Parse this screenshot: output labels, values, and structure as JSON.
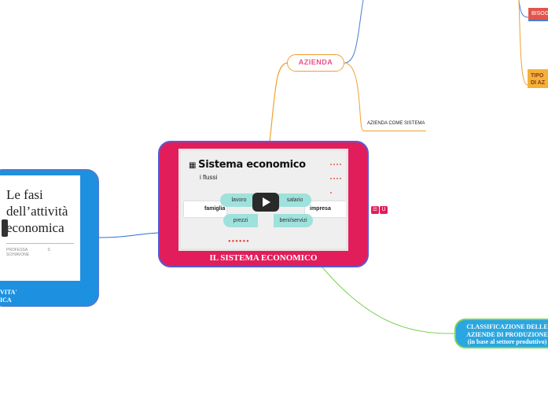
{
  "central": {
    "label": "IL SISTEMA ECONOMICO",
    "video": {
      "title": "Sistema economico",
      "subtitle": "i flussi",
      "left_box": "famiglia",
      "right_box": "impresa",
      "pills": [
        "lavoro",
        "salario",
        "prezzi",
        "beni/servizi"
      ],
      "play_icon": "play-icon"
    }
  },
  "left_node": {
    "slide_title_1": "Le fasi",
    "slide_title_2": "dell’attività",
    "slide_title_3": "economica",
    "slide_footer": "PROFESSA S   SCHIAVONE",
    "label_1": "VITA'",
    "label_2": "ICA"
  },
  "azienda": {
    "label": "AZIENDA"
  },
  "azienda_sistema": {
    "label": "AZIENDA COME SISTEMA"
  },
  "bisogni": {
    "label": "BISOG"
  },
  "tipo": {
    "label_1": "TIPO",
    "label_2": "DI AZ"
  },
  "node_icons": {
    "menu_icon": "list-icon",
    "link_icon": "u-icon",
    "link_text": "U"
  },
  "classificazione": {
    "line1": "CLASSIFICAZIONE DELLE",
    "line2": "AZIENDE DI PRODUZIONE",
    "line3": "(in base al settore produttivo)"
  },
  "colors": {
    "central": "#e11d5c",
    "blue": "#1e90e0",
    "orange": "#f0a030",
    "green": "#7bd35a"
  }
}
